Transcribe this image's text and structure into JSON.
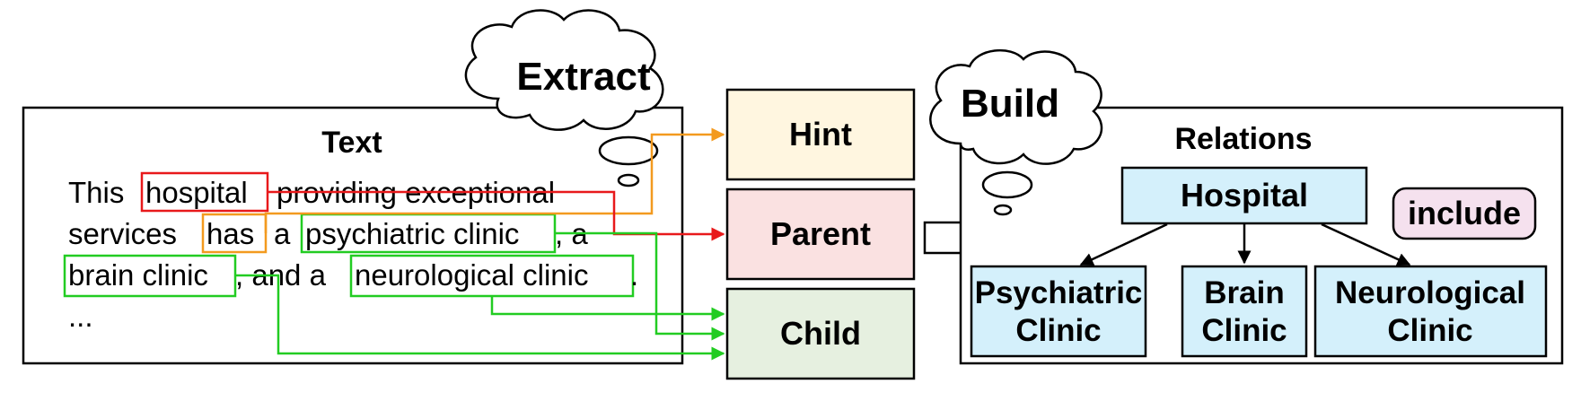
{
  "colors": {
    "red": "#e8191b",
    "orange": "#f39a1f",
    "green": "#22cc22",
    "hint_fill": "#fff6e0",
    "parent_fill": "#fae1e1",
    "child_fill": "#e6f0e0",
    "node_fill": "#d4f0fb",
    "include_fill": "#f5e1ee"
  },
  "clouds": {
    "extract": "Extract",
    "build": "Build"
  },
  "text_panel": {
    "title": "Text",
    "line1": {
      "w1": "This",
      "w2": "hospital",
      "w3": "providing exceptional"
    },
    "line2": {
      "w1": "services",
      "w2": "has",
      "w3": "a",
      "w4": "psychiatric clinic",
      "w5": ",  a"
    },
    "line3": {
      "w1": "brain clinic",
      "w2": ",  and  a",
      "w3": "neurological clinic",
      "w4": "."
    },
    "line4": "..."
  },
  "roles": {
    "hint": "Hint",
    "parent": "Parent",
    "child": "Child"
  },
  "relations_panel": {
    "title": "Relations",
    "root": "Hospital",
    "label": "include",
    "children": [
      {
        "line1": "Psychiatric",
        "line2": "Clinic"
      },
      {
        "line1": "Brain",
        "line2": "Clinic"
      },
      {
        "line1": "Neurological",
        "line2": "Clinic"
      }
    ]
  }
}
